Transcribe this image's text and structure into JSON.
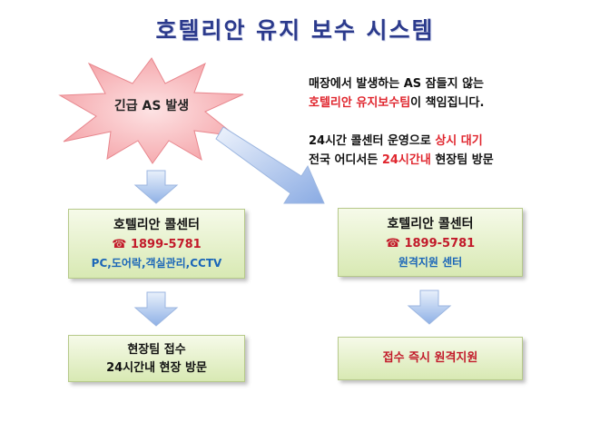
{
  "title": "호텔리안 유지 보수 시스템",
  "burst_label": "긴급 AS 발생",
  "description": {
    "line1": "매장에서 발생하는 AS 잠들지 않는",
    "line2_highlight": "호텔리안 유지보수팀",
    "line2_rest": "이 책임집니다.",
    "line3_plain": "24시간 콜센터 운영으로 ",
    "line3_highlight": "상시 대기",
    "line4_plain": "전국 어디서든 ",
    "line4_highlight": "24시간내",
    "line4_rest": " 현장팀 방문"
  },
  "left_flow": {
    "call_center_title": "호텔리안 콜센터",
    "phone": "☎ 1899-5781",
    "services": "PC,도어락,객실관리,CCTV",
    "visit_line1": "현장팀 접수",
    "visit_line2": "24시간내 현장 방문"
  },
  "right_flow": {
    "call_center_title": "호텔리안 콜센터",
    "phone": "☎ 1899-5781",
    "services": "원격지원 센터",
    "remote_label": "접수 즉시 원격지원"
  },
  "colors": {
    "title": "#2b3a8c",
    "highlight": "#e0262e",
    "burst_fill": "#f7b3b6",
    "box_fill": "#d8e9b3",
    "arrow_fill": "#a9c4ec"
  }
}
